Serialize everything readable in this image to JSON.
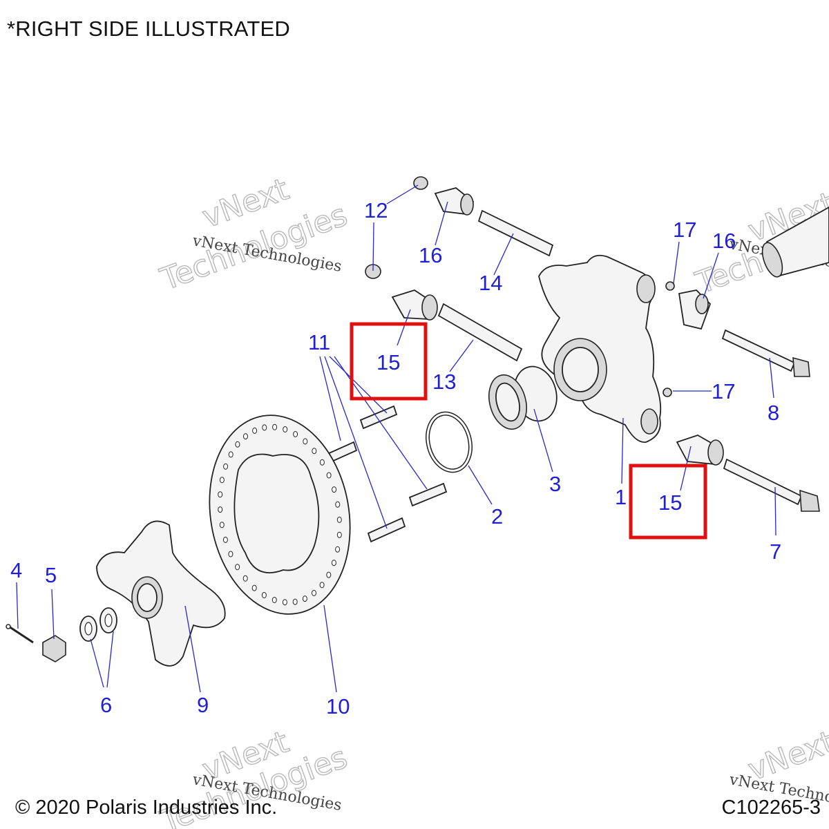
{
  "header_note": "*RIGHT SIDE ILLUSTRATED",
  "footer": {
    "copyright": "© 2020 Polaris Industries Inc.",
    "diagram_code": "C102265-3"
  },
  "watermark": {
    "line1": "vNext Technologies",
    "big_top": "vNext",
    "big_bottom": "Technologies"
  },
  "callouts": {
    "c1": "1",
    "c2": "2",
    "c3": "3",
    "c4": "4",
    "c5": "5",
    "c6": "6",
    "c7": "7",
    "c8": "8",
    "c9": "9",
    "c10": "10",
    "c11": "11",
    "c12": "12",
    "c13": "13",
    "c14": "14",
    "c15a": "15",
    "c15b": "15",
    "c16a": "16",
    "c16b": "16",
    "c17a": "17",
    "c17b": "17"
  },
  "highlight_color": "#e01010",
  "callout_color": "#1f1fd6"
}
